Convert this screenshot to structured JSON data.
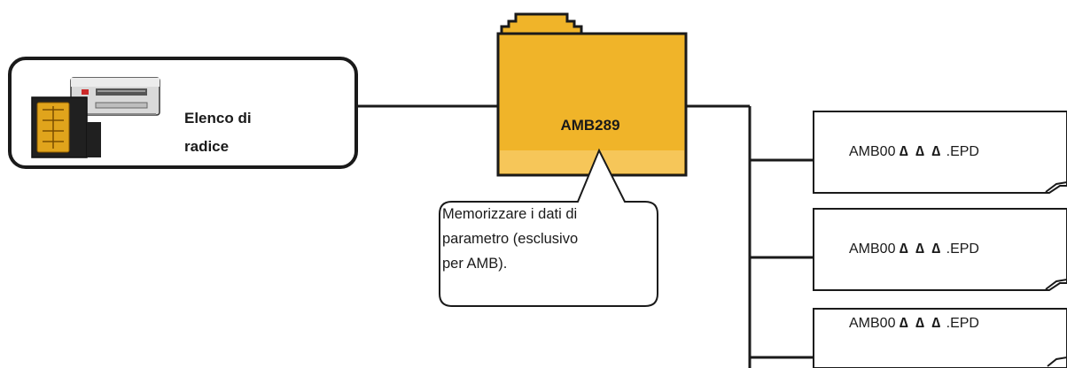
{
  "root": {
    "label_line1": "Elenco di",
    "label_line2": "radice",
    "icon": "memory-card-reader-icon"
  },
  "folder": {
    "label": "AMB289",
    "icon": "folder-icon",
    "color": "#f0b429"
  },
  "callout": {
    "line1": "Memorizzare i dati di",
    "line2": "parametro (esclusivo",
    "line3": "per AMB)."
  },
  "files": [
    {
      "prefix": "AMB00",
      "triangles": "∆ ∆ ∆",
      "suffix": ".EPD"
    },
    {
      "prefix": "AMB00",
      "triangles": "∆ ∆ ∆",
      "suffix": ".EPD"
    },
    {
      "prefix": "AMB00",
      "triangles": "∆ ∆ ∆",
      "suffix": ".EPD"
    }
  ]
}
